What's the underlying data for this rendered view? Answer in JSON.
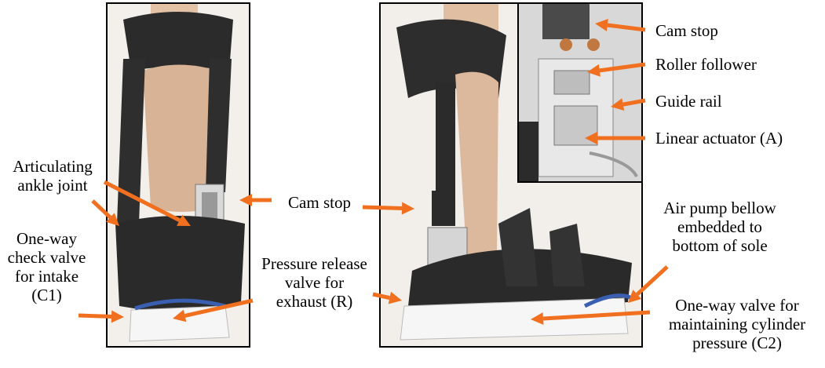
{
  "labels": {
    "articulating": [
      "Articulating",
      "ankle joint"
    ],
    "oneway_intake": [
      "One-way",
      "check valve",
      "for intake",
      "(C1)"
    ],
    "pressure_release": [
      "Pressure release",
      "valve for",
      "exhaust (R)"
    ],
    "cam_stop_mid": "Cam stop",
    "cam_stop_top": "Cam stop",
    "roller_follower": "Roller follower",
    "guide_rail": "Guide rail",
    "linear_actuator": "Linear actuator (A)",
    "air_pump": [
      "Air pump bellow",
      "embedded to",
      "bottom of sole"
    ],
    "oneway_cylinder": [
      "One-way valve for",
      "maintaining cylinder",
      "pressure (C2)"
    ]
  },
  "colors": {
    "arrow": "#f07020"
  }
}
